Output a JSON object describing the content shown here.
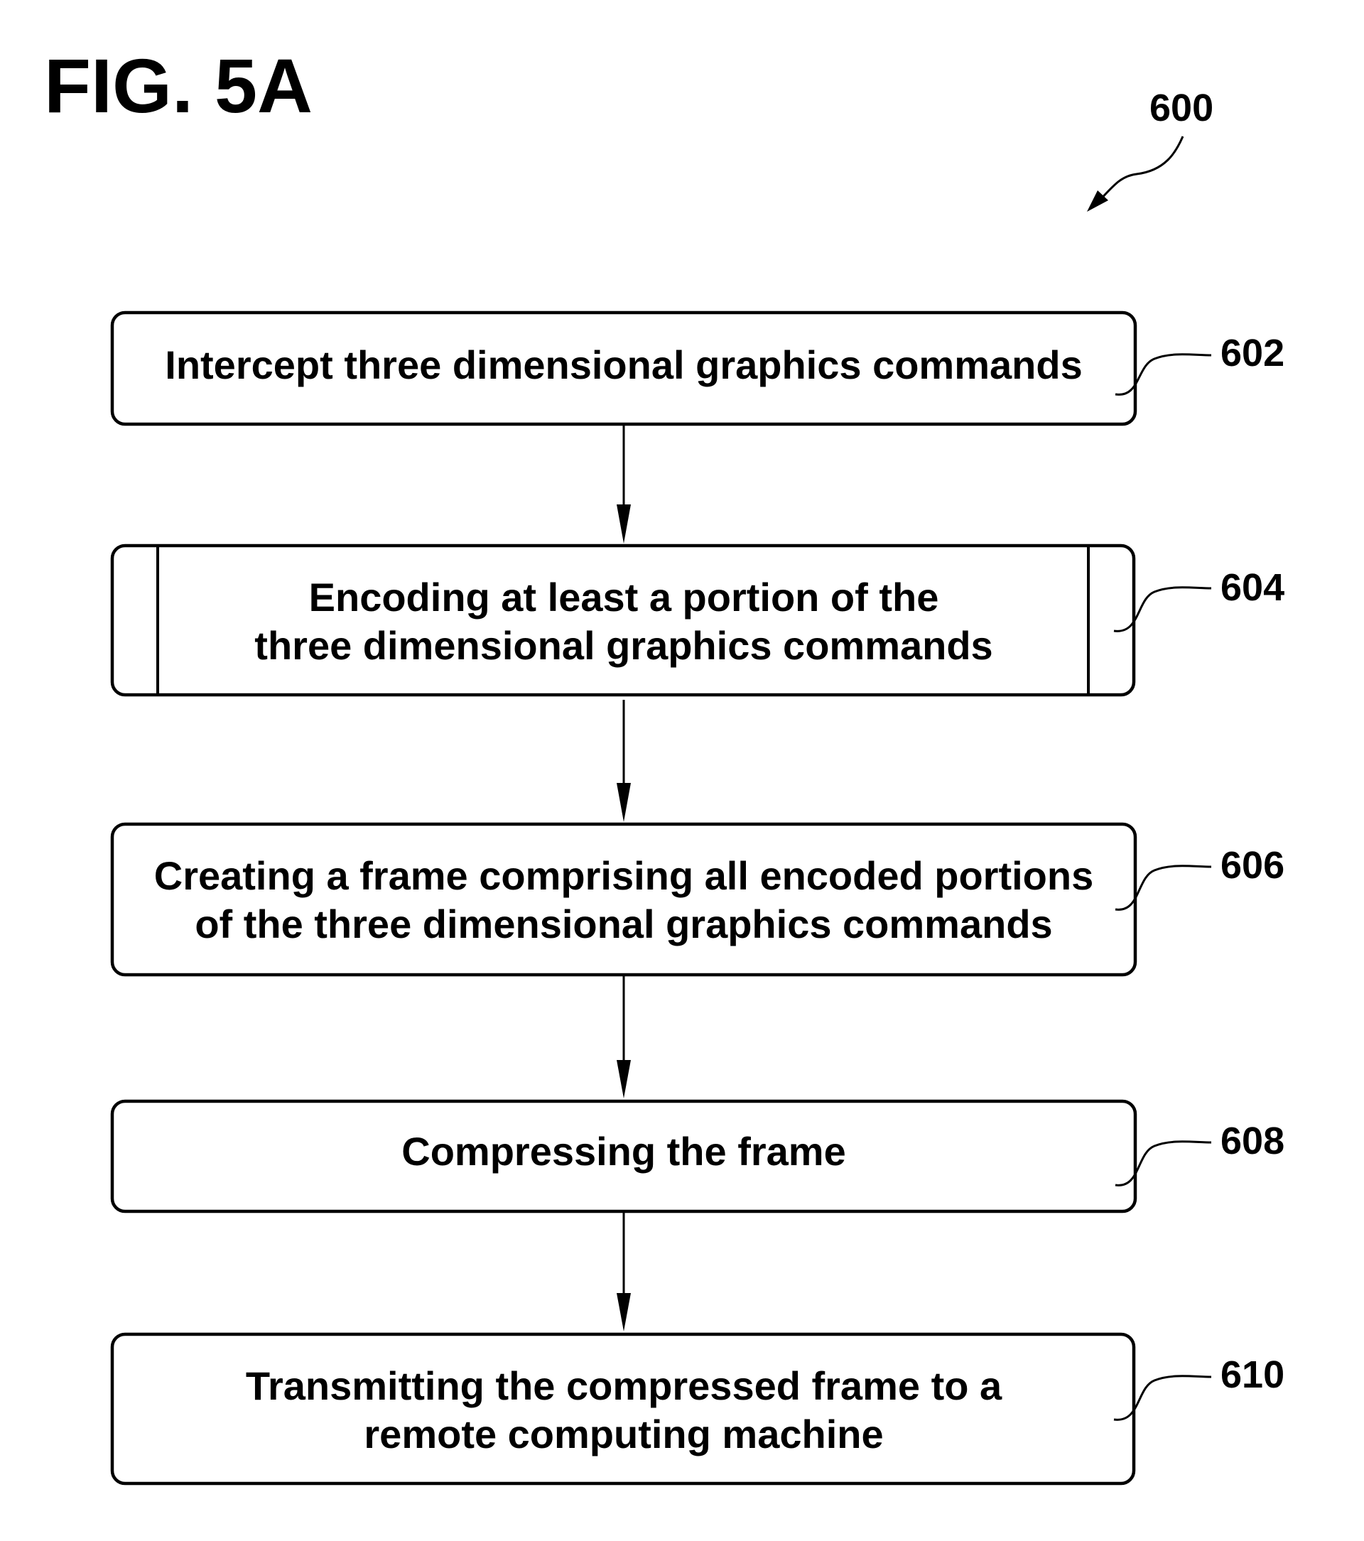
{
  "figure": {
    "title": "FIG. 5A",
    "reference": "600"
  },
  "steps": [
    {
      "id": "602",
      "lines": [
        "Intercept three dimensional graphics commands"
      ],
      "predefined_process": false
    },
    {
      "id": "604",
      "lines": [
        "Encoding at least a portion of the",
        "three dimensional graphics commands"
      ],
      "predefined_process": true
    },
    {
      "id": "606",
      "lines": [
        "Creating a frame comprising all encoded portions",
        "of the three dimensional graphics commands"
      ],
      "predefined_process": false
    },
    {
      "id": "608",
      "lines": [
        "Compressing the frame"
      ],
      "predefined_process": false
    },
    {
      "id": "610",
      "lines": [
        "Transmitting the compressed frame to a",
        "remote computing machine"
      ],
      "predefined_process": false
    }
  ],
  "colors": {
    "ink": "#000000",
    "background": "#ffffff"
  }
}
